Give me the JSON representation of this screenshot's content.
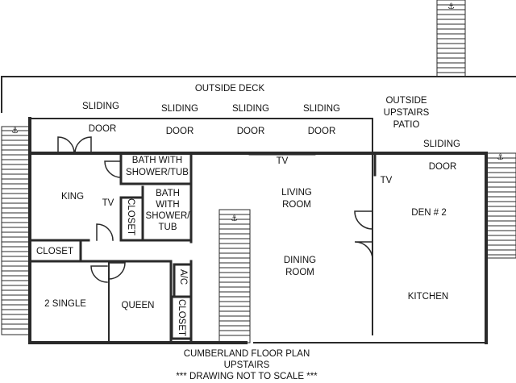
{
  "title": {
    "line1": "CUMBERLAND FLOOR PLAN",
    "line2": "UPSTAIRS",
    "line3": "*** DRAWING NOT TO SCALE ***"
  },
  "labels": {
    "outside_deck": "OUTSIDE DECK",
    "sliding": "SLIDING",
    "door": "DOOR",
    "patio_1": "OUTSIDE",
    "patio_2": "UPSTAIRS",
    "patio_3": "PATIO",
    "tv": "TV",
    "bath_1": "BATH WITH",
    "bath_2": "SHOWER/TUB",
    "bath2_1": "BATH",
    "bath2_2": "WITH",
    "bath2_3": "SHOWER/",
    "bath2_4": "TUB",
    "king": "KING",
    "closet": "CLOSET",
    "living": "LIVING",
    "room": "ROOM",
    "dining": "DINING",
    "den": "DEN # 2",
    "two_single": "2 SINGLE",
    "queen": "QUEEN",
    "ac": "A/C",
    "kitchen": "KITCHEN"
  },
  "icons": {
    "stair_marker": "anchor-icon",
    "glyph": "⚓"
  }
}
